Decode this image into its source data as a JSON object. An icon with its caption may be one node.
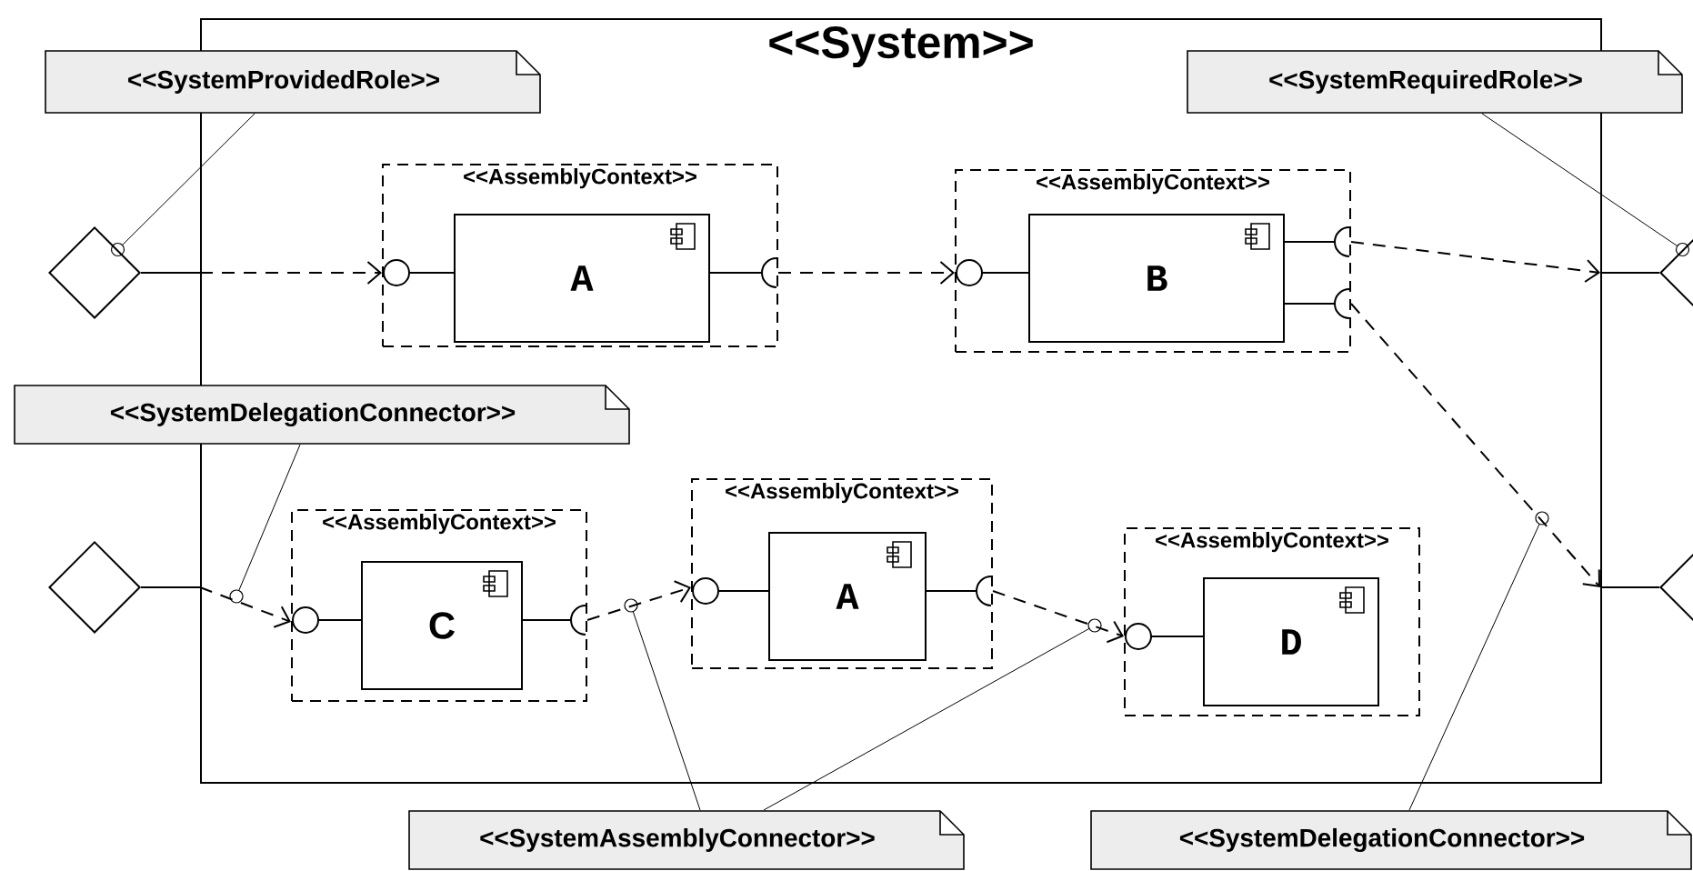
{
  "diagram": {
    "nodes": [
      {
        "text": [
          "<<System>>"
        ]
      },
      {
        "text": [
          "<<AssemblyContext>>"
        ],
        "in": 0
      },
      {
        "text": [
          "A"
        ],
        "in": 1
      },
      {
        "text": [
          "<<AssemblyContext>>"
        ],
        "in": 0
      },
      {
        "text": [
          "B"
        ],
        "in": 3
      },
      {
        "text": [
          "<<AssemblyContext>>"
        ],
        "in": 0
      },
      {
        "text": [
          "C"
        ],
        "in": 5
      },
      {
        "text": [
          "<<AssemblyContext>>"
        ],
        "in": 0
      },
      {
        "text": [
          "A"
        ],
        "in": 7
      },
      {
        "text": [
          "<<AssemblyContext>>"
        ],
        "in": 0
      },
      {
        "text": [
          "D"
        ],
        "in": 9
      },
      {
        "text": [],
        "shape": "diamond"
      },
      {
        "text": [],
        "shape": "diamond"
      },
      {
        "text": [],
        "shape": "diamond"
      },
      {
        "text": [],
        "shape": "diamond"
      },
      {
        "text": [
          "<<SystemProvidedRole>>"
        ]
      },
      {
        "text": [
          "<<SystemRequiredRole>>"
        ]
      },
      {
        "text": [
          "<<SystemDelegationConnector>>"
        ]
      },
      {
        "text": [
          "<<SystemAssemblyConnector>>"
        ]
      },
      {
        "text": [
          "<<SystemDelegationConnector>>"
        ]
      }
    ],
    "edges": [
      {
        "from": 11,
        "to": 1,
        "arrow": "to",
        "style": "dashed"
      },
      {
        "from": 1,
        "to": 3,
        "arrow": "to",
        "style": "dashed"
      },
      {
        "from": 3,
        "to": 13,
        "arrow": "to",
        "style": "dashed"
      },
      {
        "from": 3,
        "to": 14,
        "arrow": "to",
        "style": "dashed"
      },
      {
        "from": 12,
        "to": 5,
        "arrow": "to",
        "style": "dashed"
      },
      {
        "from": 5,
        "to": 7,
        "arrow": "to",
        "style": "dashed"
      },
      {
        "from": 7,
        "to": 9,
        "arrow": "to",
        "style": "dashed"
      },
      {
        "from": 15,
        "to": 11,
        "arrow": "other"
      },
      {
        "from": 16,
        "to": 13,
        "arrow": "other"
      },
      {
        "from": 17,
        "to": null,
        "arrow": "other"
      },
      {
        "from": 18,
        "to": null,
        "arrow": "other"
      },
      {
        "from": 18,
        "to": null,
        "arrow": "other"
      },
      {
        "from": 19,
        "to": null,
        "arrow": "other"
      }
    ]
  }
}
